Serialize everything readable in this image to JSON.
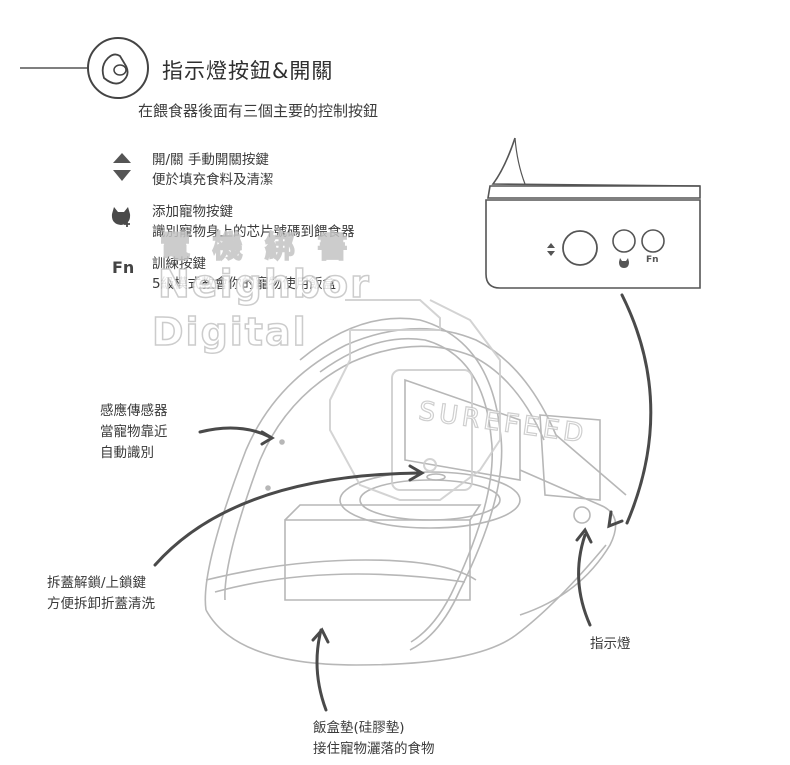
{
  "header": {
    "title": "指示燈按鈕&開關",
    "subtitle": "在餵食器後面有三個主要的控制按鈕"
  },
  "legend": [
    {
      "icon": "up-down-arrow-icon",
      "line1": "開/關 手動開關按鍵",
      "line2": "便於填充食料及清潔"
    },
    {
      "icon": "cat-add-icon",
      "line1": "添加寵物按鍵",
      "line2": "識別寵物身上的芯片號碼到餵食器"
    },
    {
      "icon": "fn-icon",
      "mark": "Fn",
      "line1": "訓練按鍵",
      "line2": "5級模式教會你的寵物使用飯盒"
    }
  ],
  "panel": {
    "fn_label": "Fn"
  },
  "callouts": {
    "sensor": [
      "感應傳感器",
      "當寵物靠近",
      "自動識別"
    ],
    "lid": [
      "拆蓋解鎖/上鎖鍵",
      "方便拆卸折蓋清洗"
    ],
    "indicator": [
      "指示燈"
    ],
    "mat": [
      "飯盒墊(硅膠墊)",
      "接住寵物灑落的食物"
    ]
  },
  "watermark": {
    "chinese": "電 機 綁 書",
    "line1": "Neighbor",
    "line2": "Digital",
    "device_text": "SUREFEED"
  },
  "colors": {
    "line": "#5a5a5a",
    "light_line": "#b5b5b5",
    "text": "#3a3a3a"
  }
}
